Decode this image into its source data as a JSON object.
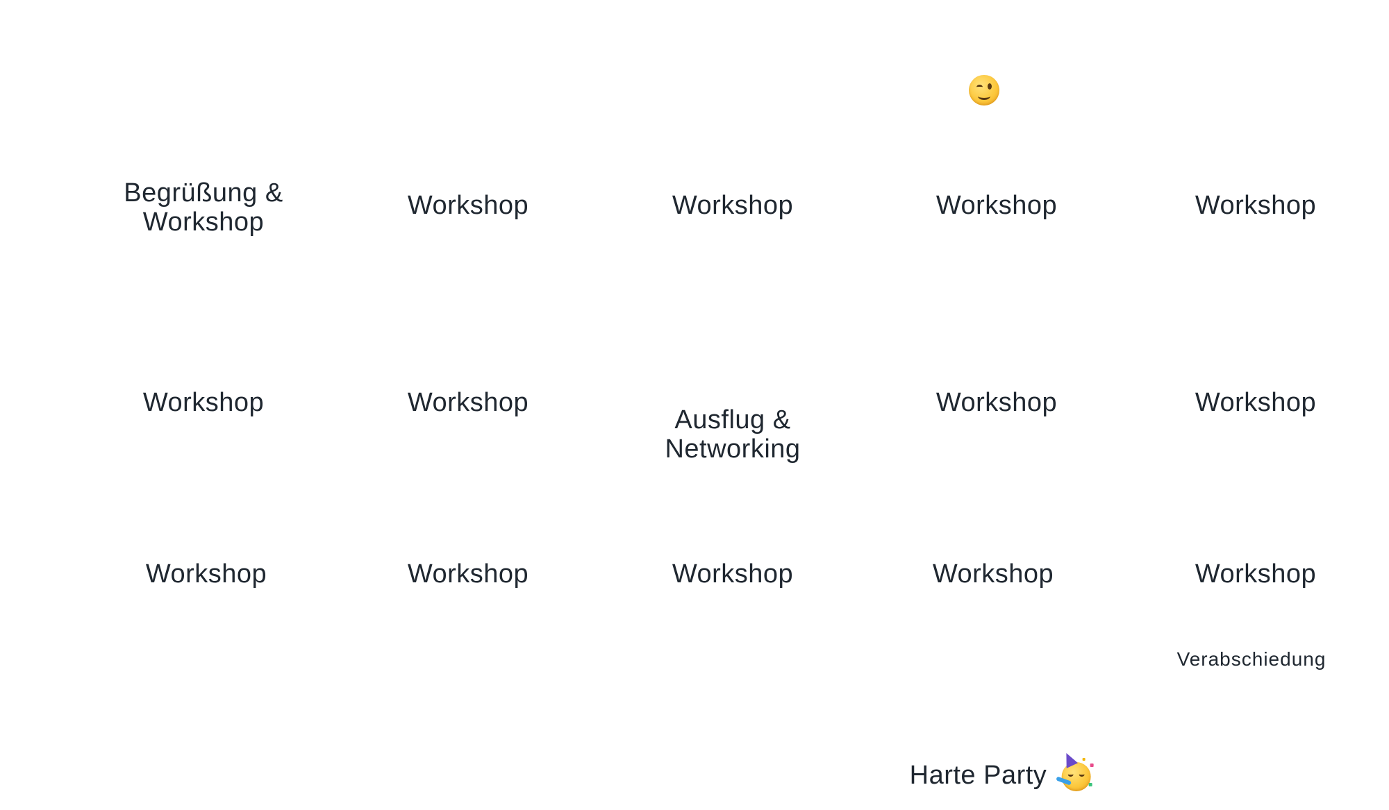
{
  "schedule": {
    "row1": [
      {
        "line1": "Begrüßung &",
        "line2": "Workshop"
      },
      {
        "label": "Workshop"
      },
      {
        "label": "Workshop"
      },
      {
        "label": "Workshop"
      },
      {
        "label": "Workshop"
      }
    ],
    "row2": [
      {
        "label": "Workshop"
      },
      {
        "label": "Workshop"
      },
      {
        "line1": "Ausflug &",
        "line2": "Networking"
      },
      {
        "label": "Workshop"
      },
      {
        "label": "Workshop"
      }
    ],
    "row3": [
      {
        "label": "Workshop"
      },
      {
        "label": "Workshop"
      },
      {
        "label": "Workshop"
      },
      {
        "label": "Workshop"
      },
      {
        "label": "Workshop"
      }
    ],
    "farewell": "Verabschiedung",
    "party": "Harte Party"
  },
  "icons": {
    "wink": "winking-face-icon",
    "party": "partying-face-icon"
  }
}
